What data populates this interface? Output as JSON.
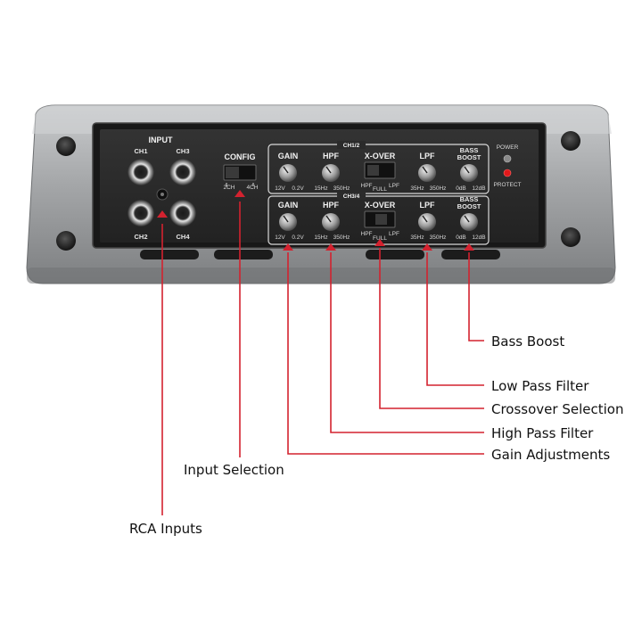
{
  "panel": {
    "input_title": "INPUT",
    "ch1": "CH1",
    "ch2": "CH2",
    "ch3": "CH3",
    "ch4": "CH4",
    "config_title": "CONFIG",
    "config_2ch": "2CH",
    "config_4ch": "4CH",
    "power": "POWER",
    "protect": "PROTECT",
    "row1_tag": "CH1/2",
    "row2_tag": "CH3/4",
    "gain": "GAIN",
    "gain_min": "12V",
    "gain_max": "0.2V",
    "hpf": "HPF",
    "hpf_min": "15Hz",
    "hpf_max": "350Hz",
    "xover": "X-OVER",
    "xover_hpf": "HPF",
    "xover_full": "FULL",
    "xover_lpf": "LPF",
    "lpf": "LPF",
    "lpf_min": "35Hz",
    "lpf_max": "350Hz",
    "bass_boost_1": "BASS",
    "bass_boost_2": "BOOST",
    "bass_min": "0dB",
    "bass_max": "12dB"
  },
  "callouts": {
    "bass_boost": "Bass Boost",
    "low_pass_filter": "Low Pass Filter",
    "crossover_selection": "Crossover Selection",
    "high_pass_filter": "High Pass Filter",
    "gain_adjustments": "Gain Adjustments",
    "input_selection": "Input Selection",
    "rca_inputs": "RCA Inputs"
  },
  "colors": {
    "arrow": "#d3222f",
    "protect_led": "#e0191b",
    "power_led": "#8a8a8a",
    "panel_face": "#2a2a2a",
    "chassis": "#a9abad"
  }
}
